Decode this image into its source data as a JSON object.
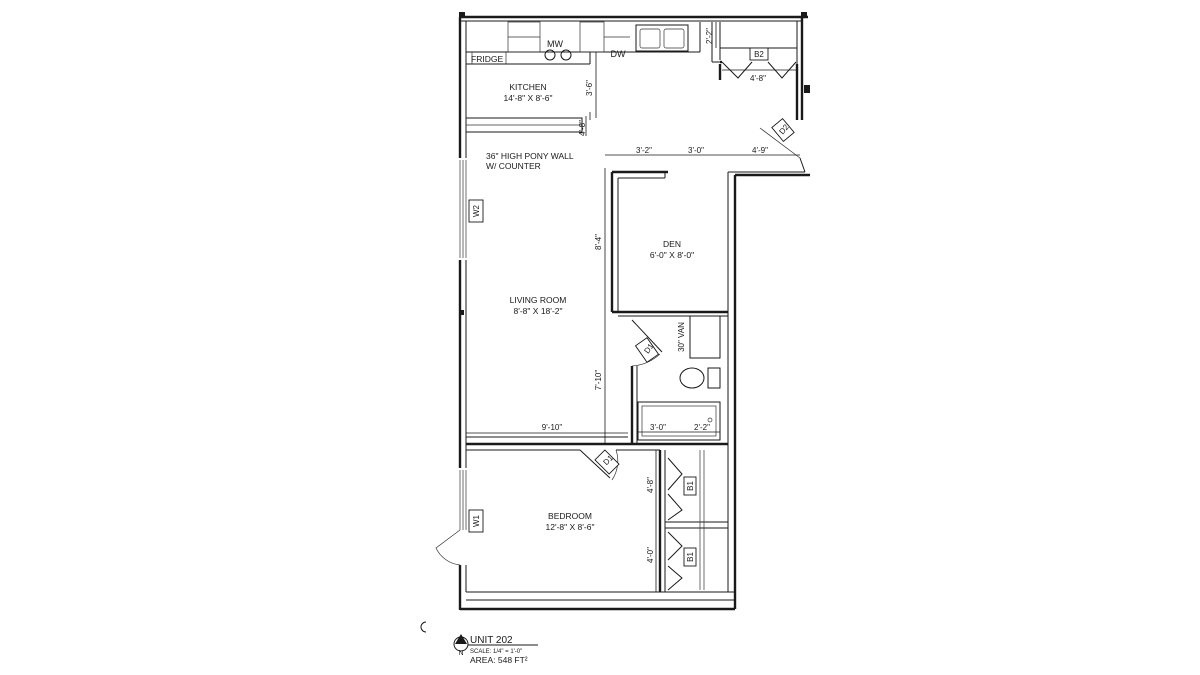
{
  "rooms": {
    "kitchen": {
      "name": "KITCHEN",
      "size": "14'-8\" X 8'-6\""
    },
    "den": {
      "name": "DEN",
      "size": "6'-0\" X 8'-0\""
    },
    "living": {
      "name": "LIVING ROOM",
      "size": "8'-8\" X 18'-2\""
    },
    "bedroom": {
      "name": "BEDROOM",
      "size": "12'-8\" X 8'-6\""
    }
  },
  "fixtures": {
    "fridge": "FRIDGE",
    "microwave": "MW",
    "dishwasher": "DW",
    "vanity": "30\" VAN"
  },
  "notes": {
    "pony_wall_line1": "36\" HIGH PONY WALL",
    "pony_wall_line2": "W/ COUNTER"
  },
  "tags": {
    "w1": "W1",
    "w2": "W2",
    "d1_bath": "D1",
    "d1_bed": "D1",
    "d2": "D2",
    "b2": "B2",
    "b1_top": "B1",
    "b1_bottom": "B1"
  },
  "dimensions": {
    "kitchen_depth": "3'-6\"",
    "closet_depth": "2'-2\"",
    "closet_width": "4'-8\"",
    "pony_wall": "4'-8\"",
    "den_left": "3'-2\"",
    "den_mid": "3'-0\"",
    "entry": "4'-9\"",
    "den_height": "8'-4\"",
    "bath_height": "7'-10\"",
    "living_width": "9'-10\"",
    "tub_width": "3'-0\"",
    "bath_remain": "2'-2\"",
    "bed_closet_top": "4'-8\"",
    "bed_closet_bottom": "4'-0\""
  },
  "title_block": {
    "unit": "UNIT 202",
    "scale": "SCALE: 1/4\" = 1'-0\"",
    "area": "AREA: 548 FT²",
    "north": "N"
  }
}
